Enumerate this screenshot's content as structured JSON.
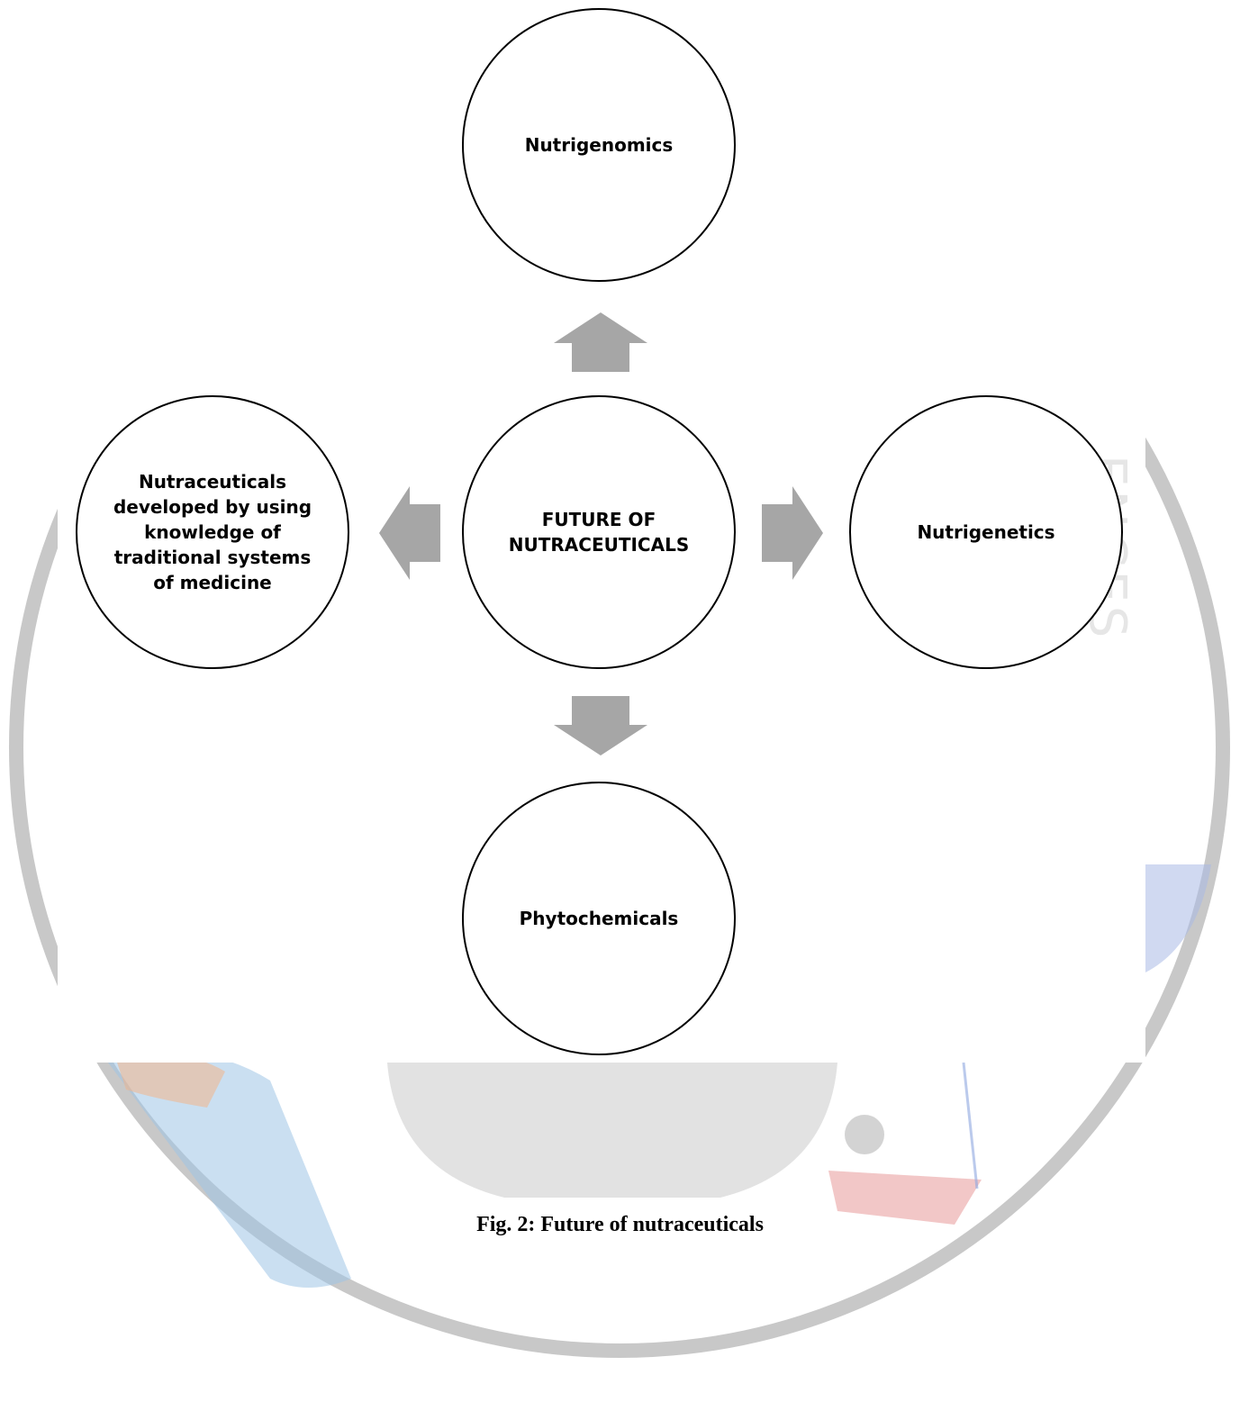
{
  "diagram": {
    "center": "FUTURE OF NUTRACEUTICALS",
    "top": "Nutrigenomics",
    "right": "Nutrigenetics",
    "bottom": "Phytochemicals",
    "left": "Nutraceuticals developed by using knowledge of traditional systems of medicine"
  },
  "caption": "Fig. 2: Future of nutraceuticals",
  "watermark": "ENCES",
  "colors": {
    "arrow": "#a6a6a6",
    "outline": "#000000",
    "watermark_ring": "#bdbdbd"
  }
}
